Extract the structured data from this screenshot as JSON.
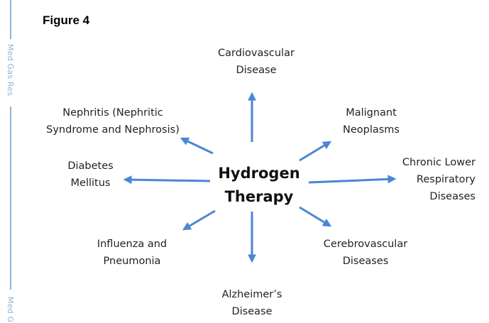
{
  "journal_margin": {
    "top": "Med Gas Res",
    "bottom": "Med G"
  },
  "figure_label": "Figure 4",
  "center": {
    "line1": "Hydrogen",
    "line2": "Therapy"
  },
  "nodes": {
    "cardiovascular": [
      "Cardiovascular",
      "Disease"
    ],
    "malignant": [
      "Malignant",
      "Neoplasms"
    ],
    "respiratory": [
      "Chronic Lower",
      "Respiratory",
      "Diseases"
    ],
    "cerebrovascular": [
      "Cerebrovascular",
      "Diseases"
    ],
    "alzheimers": [
      "Alzheimer’s",
      "Disease"
    ],
    "influenza": [
      "Influenza and",
      "Pneumonia"
    ],
    "diabetes": [
      "Diabetes",
      "Mellitus"
    ],
    "nephritis": [
      "Nephritis (Nephritic",
      "Syndrome and Nephrosis)"
    ]
  },
  "colors": {
    "arrow": "#4a86d4",
    "margin": "#8fb3d4"
  }
}
